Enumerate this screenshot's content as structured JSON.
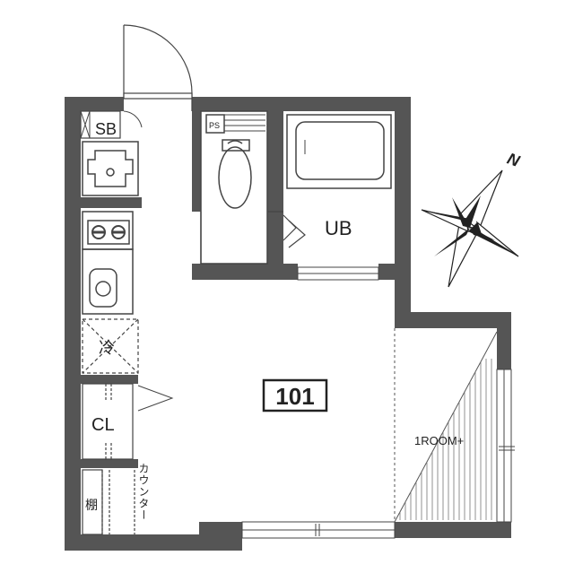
{
  "plan": {
    "unit_number": "101",
    "labels": {
      "sb": "SB",
      "ps": "PS",
      "ub": "UB",
      "fridge": "冷",
      "closet": "CL",
      "counter": "カウンター",
      "shelf": "棚",
      "room": "1ROOM+",
      "north": "N"
    }
  }
}
